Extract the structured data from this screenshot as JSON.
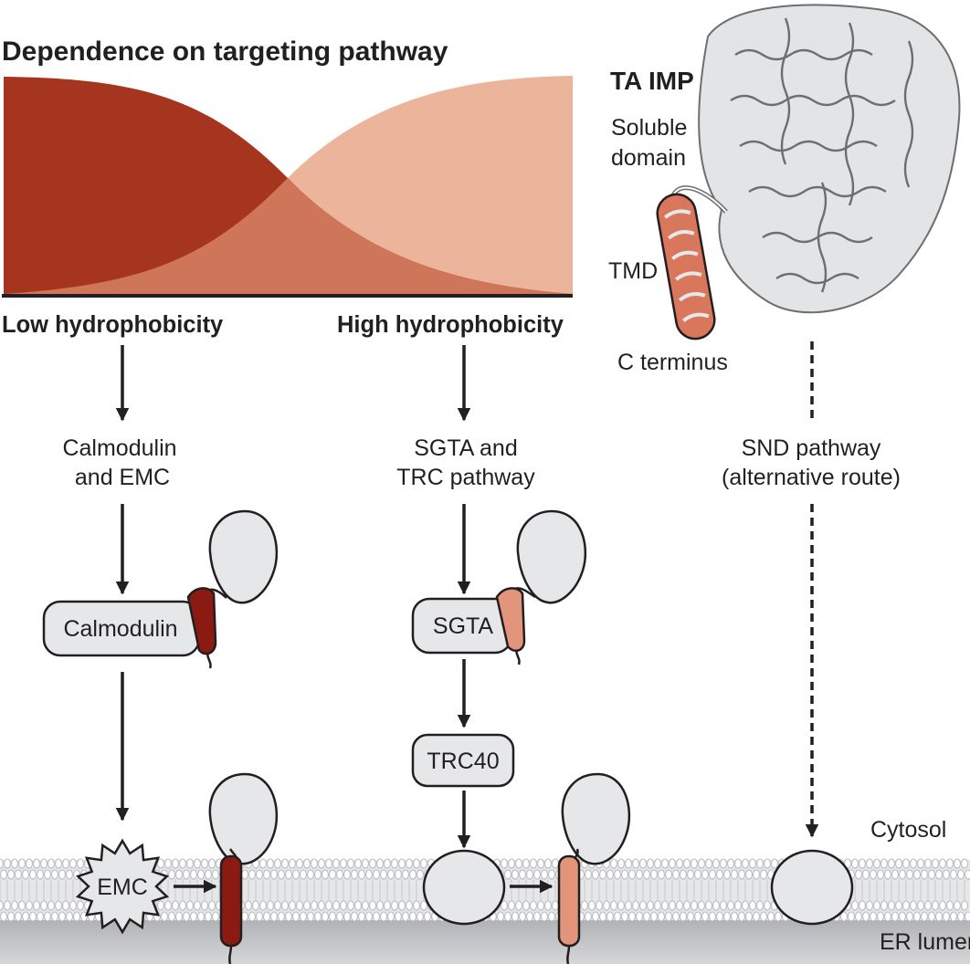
{
  "title": "Dependence on targeting pathway",
  "axis": {
    "low": "Low hydrophobicity",
    "high": "High hydrophobicity"
  },
  "protein": {
    "name": "TA IMP",
    "soluble_line1": "Soluble",
    "soluble_line2": "domain",
    "tmd": "TMD",
    "c_terminus": "C terminus"
  },
  "pathways": {
    "low_line1": "Calmodulin",
    "low_line2": "and EMC",
    "high_line1": "SGTA and",
    "high_line2": "TRC pathway",
    "alt_line1": "SND pathway",
    "alt_line2": "(alternative route)"
  },
  "boxes": {
    "calmodulin": "Calmodulin",
    "sgta": "SGTA",
    "trc40": "TRC40",
    "emc": "EMC"
  },
  "membrane": {
    "cytosol": "Cytosol",
    "lumen": "ER lumen"
  },
  "colors": {
    "dark_red": "#a5351f",
    "light_salmon": "#ebb49b",
    "overlap": "#cf7559",
    "tmd_dark": "#8a1a12",
    "tmd_light": "#e2957a",
    "gray_fill": "#e6e7e8",
    "membrane_dark": "#a7a9ac",
    "membrane_light": "#d1d3d4"
  }
}
